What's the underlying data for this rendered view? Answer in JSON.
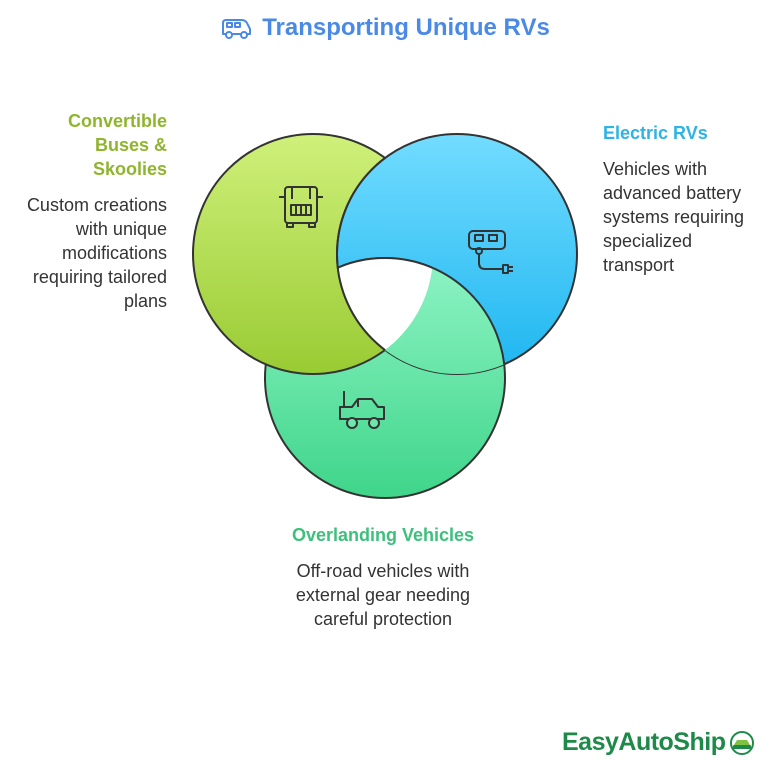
{
  "title": {
    "text": "Transporting Unique RVs",
    "icon": "rv-icon"
  },
  "colors": {
    "title": "#4a8ae6",
    "convertible": "#8fb52e",
    "electric": "#2db3e6",
    "overlanding": "#3cc07c",
    "brand": "#1e8a4a"
  },
  "sets": {
    "convertible": {
      "heading": "Convertible Buses & Skoolies",
      "description": "Custom creations with unique modifications requiring tailored plans",
      "icon": "truck-icon"
    },
    "electric": {
      "heading": "Electric RVs",
      "description": "Vehicles with advanced battery systems requiring specialized transport",
      "icon": "electric-trailer-icon"
    },
    "overlanding": {
      "heading": "Overlanding Vehicles",
      "description": "Off-road vehicles with external gear needing careful protection",
      "icon": "offroad-vehicle-icon"
    }
  },
  "logo": {
    "text": "EasyAutoShip",
    "icon": "car-globe-icon"
  }
}
